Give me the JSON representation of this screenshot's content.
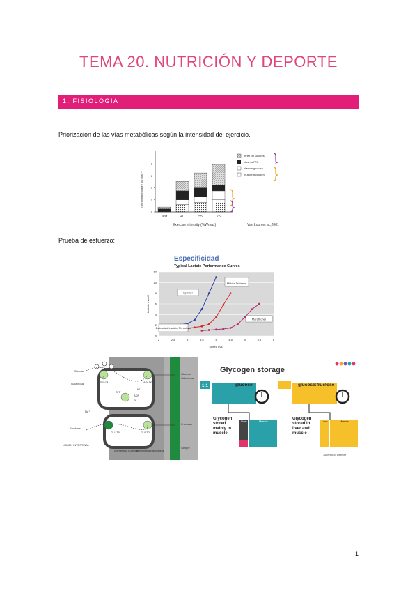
{
  "page_title": "TEMA 20. NUTRICIÓN Y DEPORTE",
  "section_heading": "1. FISIOLOGÍA",
  "caption_priority": "Priorización de las vías metabólicas según la intensidad del ejercicio.",
  "caption_stress_test": "Prueba de esfuerzo:",
  "page_number": "1",
  "colors": {
    "accent": "#e21f78",
    "title": "#e0467c",
    "glycogen_teal": "#2aa0a8",
    "glycogen_yellow": "#f5c02a"
  },
  "energy_chart": {
    "chart_data": {
      "type": "bar",
      "categories": [
        "rest",
        "40",
        "55",
        "75"
      ],
      "series": [
        {
          "name": "muscle glycogen",
          "values": [
            0,
            1.2,
            1.6,
            2.0
          ]
        },
        {
          "name": "plasma glucose",
          "values": [
            0,
            0.8,
            0.9,
            1.5
          ]
        },
        {
          "name": "plasma FFA",
          "values": [
            0.5,
            1.5,
            1.5,
            1.0
          ]
        },
        {
          "name": "other fat sources",
          "values": [
            0.3,
            1.6,
            2.5,
            3.4
          ]
        }
      ],
      "xlabel": "Exercise intensity (%Wmax)",
      "ylabel": "Energy expenditure (kJ min⁻¹)",
      "ylim": [
        0,
        10
      ],
      "yticks": [
        "0",
        "2",
        "4",
        "6",
        "8"
      ],
      "legend": [
        "other fat sources",
        "plasma FFA",
        "plasma glucose",
        "muscle glycogen"
      ],
      "legend_position": "right",
      "source": "Van Loon et al.,2001"
    }
  },
  "lactate_chart": {
    "chart_data": {
      "type": "line",
      "title": "Especificidad",
      "subtitle": "Typical Lactate Performance Curves",
      "xlabel": "Speed m/s",
      "ylabel": "Lactate mmol/l",
      "xlim": [
        2,
        6
      ],
      "ylim": [
        0,
        12
      ],
      "xticks": [
        "2",
        "2.5",
        "3",
        "3.5",
        "4",
        "4.5",
        "5",
        "5.5",
        "6"
      ],
      "yticks": [
        "0",
        "2",
        "4",
        "6",
        "8",
        "10",
        "12"
      ],
      "series": [
        {
          "name": "Sprinter",
          "x": [
            2.5,
            2.75,
            3,
            3.25,
            3.5,
            3.75,
            4
          ],
          "y": [
            2,
            2.1,
            2.3,
            3,
            5,
            8,
            11
          ]
        },
        {
          "name": "Middle Distance",
          "x": [
            3,
            3.25,
            3.5,
            3.75,
            4,
            4.25,
            4.5
          ],
          "y": [
            1.4,
            1.6,
            1.8,
            2.2,
            3.5,
            5.8,
            8
          ]
        },
        {
          "name": "Marathoner",
          "x": [
            3.5,
            3.75,
            4,
            4.25,
            4.5,
            4.75,
            5,
            5.25,
            5.5
          ],
          "y": [
            1,
            1.1,
            1.2,
            1.3,
            1.5,
            2.2,
            3.5,
            5,
            6
          ]
        }
      ],
      "annotation": "Estimated Lactate Threshold"
    }
  },
  "transport_diagram": {
    "labels": {
      "glucosa": "Glucosa",
      "galactosa": "Galactosa",
      "fructosa": "Fructosa",
      "sglt1": "SGLT1",
      "glut2_top": "GLUT2",
      "glut5": "GLUT5",
      "glut2_bottom": "GLUT2",
      "na": "Na⁺",
      "na2": "Na⁺",
      "k": "K⁺",
      "atp": "ATP",
      "adp": "ADP",
      "pi": "Pi",
      "membrana_luminal": "Membrana Luminal",
      "membrana_basolateral": "Membrana Basolateral",
      "lumen": "LUMEN INTESTINAL",
      "sangre": "Sangre",
      "glucosa_out": "Glucosa",
      "galactosa_out": "Galactosa",
      "fructosa_out": "Fructosa"
    }
  },
  "glycogen_panel": {
    "title": "Glycogen storage",
    "left_tag": "1:1",
    "left_label": "glucose",
    "right_label": "glucose:fructose",
    "left_caption": "Glycogen stored mainly in muscle",
    "right_caption": "Glycogen stored in liver and muscle",
    "box_left_1": "Liver",
    "box_left_2": "Muscle",
    "box_right_1": "Liver",
    "box_right_2": "Muscle",
    "credit": "Jukendrup website"
  }
}
